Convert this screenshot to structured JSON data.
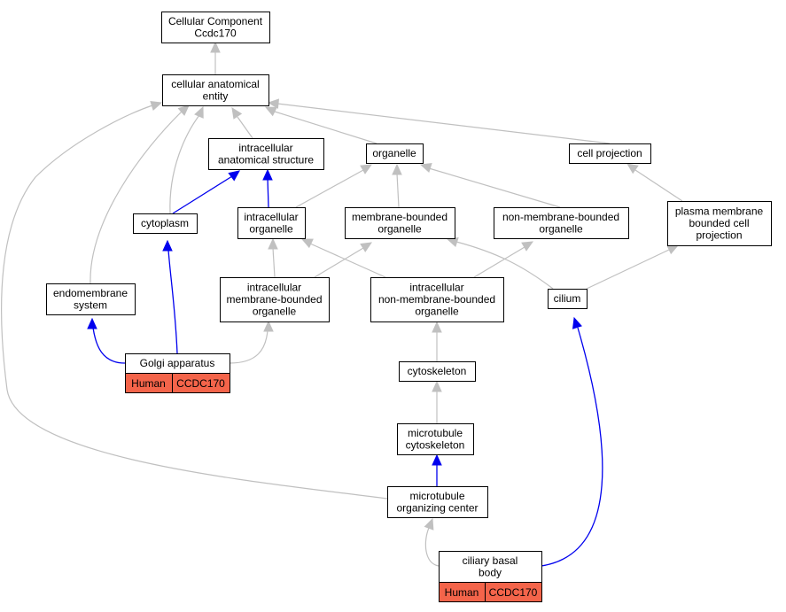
{
  "colors": {
    "is_a_edge": "#c0c0c0",
    "part_of_edge": "#0000ee",
    "annotation_badge": "#f4644a",
    "node_border": "#000000"
  },
  "nodes": {
    "root": {
      "lines": [
        "Cellular Component",
        "Ccdc170"
      ]
    },
    "cae": {
      "lines": [
        "cellular anatomical",
        "entity"
      ]
    },
    "ias": {
      "lines": [
        "intracellular",
        "anatomical structure"
      ]
    },
    "organelle": {
      "lines": [
        "organelle"
      ]
    },
    "cellproj": {
      "lines": [
        "cell projection"
      ]
    },
    "cytoplasm": {
      "lines": [
        "cytoplasm"
      ]
    },
    "intorg": {
      "lines": [
        "intracellular",
        "organelle"
      ]
    },
    "mbo": {
      "lines": [
        "membrane-bounded",
        "organelle"
      ]
    },
    "nmbo": {
      "lines": [
        "non-membrane-bounded",
        "organelle"
      ]
    },
    "pmbcp": {
      "lines": [
        "plasma membrane",
        "bounded cell",
        "projection"
      ]
    },
    "endo": {
      "lines": [
        "endomembrane",
        "system"
      ]
    },
    "imbo": {
      "lines": [
        "intracellular",
        "membrane-bounded",
        "organelle"
      ]
    },
    "inmbo": {
      "lines": [
        "intracellular",
        "non-membrane-bounded",
        "organelle"
      ]
    },
    "cilium": {
      "lines": [
        "cilium"
      ]
    },
    "golgi": {
      "lines": [
        "Golgi apparatus"
      ],
      "badge": [
        "Human",
        "CCDC170"
      ]
    },
    "cytosk": {
      "lines": [
        "cytoskeleton"
      ]
    },
    "mtcytosk": {
      "lines": [
        "microtubule",
        "cytoskeleton"
      ]
    },
    "mtoc": {
      "lines": [
        "microtubule",
        "organizing center"
      ]
    },
    "basal": {
      "lines": [
        "ciliary basal",
        "body"
      ],
      "badge": [
        "Human",
        "CCDC170"
      ]
    }
  }
}
